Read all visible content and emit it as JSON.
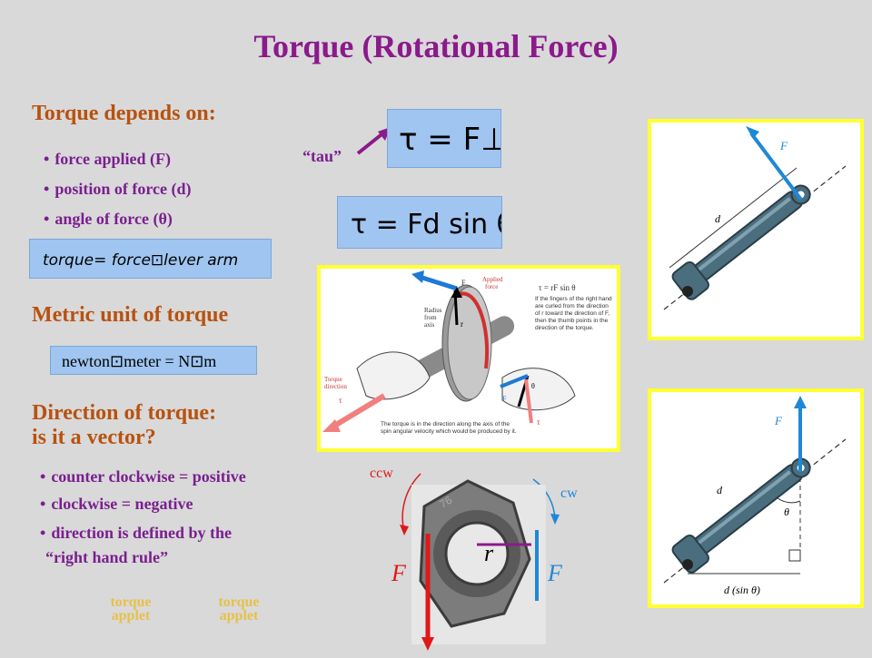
{
  "title": "Torque (Rotational Force)",
  "depends": {
    "heading": "Torque depends on:",
    "items": [
      "force applied (F)",
      "position of force (d)",
      "angle of force (θ)"
    ]
  },
  "tau_label": "“tau”",
  "equations": {
    "eq1": "τ = F⊥d",
    "eq2": "τ = Fd sin θ",
    "lever": "torque= force⊡lever arm",
    "unit": "newton⊡meter = N⊡m"
  },
  "metric": {
    "heading": "Metric unit of torque"
  },
  "direction": {
    "heading_line1": "Direction of torque:",
    "heading_line2": "is it a vector?",
    "items": [
      "counter clockwise = positive",
      "clockwise = negative",
      "direction is defined by the"
    ],
    "item_cont": "“right hand rule”"
  },
  "applets": [
    {
      "line1": "torque",
      "line2": "applet"
    },
    {
      "line1": "torque",
      "line2": "applet"
    }
  ],
  "hand_diagram": {
    "F": "F",
    "applied_force": "Applied\nforce",
    "radius_from_axis": "Radius\nfrom\naxis",
    "formula": "τ = rF sin θ",
    "r": "r",
    "torque_direction": "Torque\ndirection",
    "tau": "τ",
    "theta": "θ",
    "F2": "F",
    "tau2": "τ",
    "right_text": "If the fingers of the right hand are curled from the direction of r toward the direction of F, then the thumb points in the direction of the torque.",
    "bottom_text": "The torque is in the direction along the axis of the spin angular velocity which would be produced by it."
  },
  "nut": {
    "ccw": "ccw",
    "cw": "cw",
    "r": "r",
    "F_left": "F",
    "F_right": "F"
  },
  "wrench1": {
    "F": "F",
    "d": "d"
  },
  "wrench2": {
    "F": "F",
    "d": "d",
    "theta": "θ",
    "dsin": "d (sin θ)"
  },
  "colors": {
    "title": "#8b1a8b",
    "heading": "#b8520f",
    "bullet": "#7a1f8f",
    "frame": "#ffff33",
    "force_blue": "#1e88d8",
    "force_red": "#e01818"
  }
}
